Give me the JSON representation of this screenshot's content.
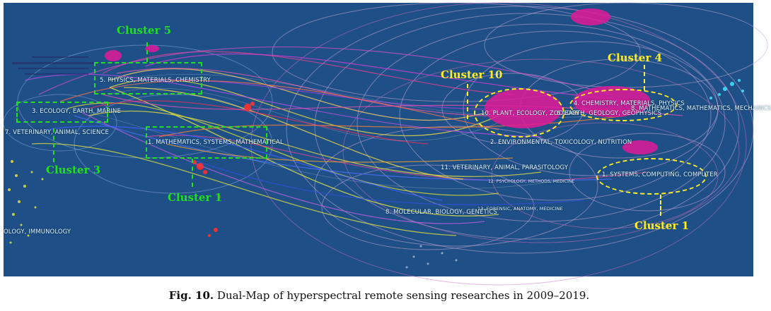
{
  "caption": {
    "fig_label": "Fig. 10.",
    "text": "Dual-Map of hyperspectral remote sensing researches in 2009–2019."
  },
  "left_labels": [
    "5. PHYSICS, MATERIALS, CHEMISTRY",
    "3. ECOLOGY, EARTH, MARINE",
    "7. VETERINARY, ANIMAL, SCIENCE",
    "1. MATHEMATICS, SYSTEMS, MATHEMATICAL",
    "OLOGY, IMMUNOLOGY"
  ],
  "right_labels": [
    "10. PLANT, ECOLOGY, ZOOLOGY",
    "6. EARTH, GEOLOGY, GEOPHYSICS",
    "4. CHEMISTRY, MATERIALS, PHYSICS",
    "8. MATHEMATICS, MATHEMATICS, MECHANICS",
    "2. ENVIRONMENTAL, TOXICOLOGY, NUTRITION",
    "11. VETERINARY, ANIMAL, PARASITOLOGY",
    "1. SYSTEMS, COMPUTING, COMPUTER",
    "12. PSYCHOLOGY, METHODS, MEDICINE",
    "8. MOLECULAR, BIOLOGY, GENETICS",
    "13. FORENSIC, ANATOMY, MEDICINE"
  ],
  "cluster_labels": {
    "cluster5": "Cluster 5",
    "cluster3": "Cluster 3",
    "cluster1_left": "Cluster 1",
    "cluster10": "Cluster 10",
    "cluster4": "Cluster 4",
    "cluster1_right": "Cluster 1"
  },
  "colors": {
    "background": "#1e4f86",
    "cluster_left": "#22dd22",
    "cluster_right": "#ffee22"
  }
}
